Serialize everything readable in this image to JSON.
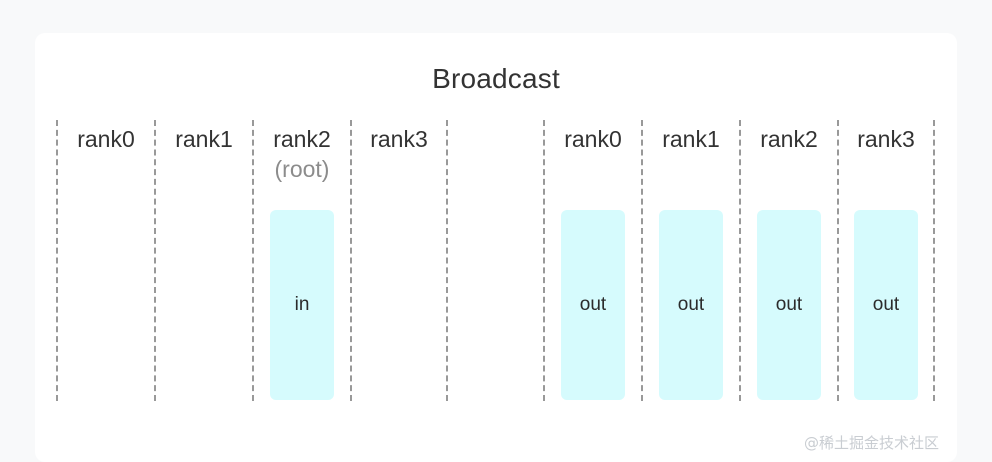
{
  "title": "Broadcast",
  "watermark": "@稀土掘金技术社区",
  "colors": {
    "page_background": "#f8f9fa",
    "card_background": "#ffffff",
    "box_fill": "#d6fbfd",
    "dashed_line": "#999999",
    "title_text": "#333333",
    "label_text": "#333333",
    "sublabel_text": "#8c8c8c",
    "watermark_text": "#c9cdd2"
  },
  "diagram": {
    "type": "collective-communication",
    "operation": "Broadcast",
    "groups": [
      {
        "name": "input",
        "columns": [
          {
            "label": "rank0",
            "sublabel": "",
            "box": "",
            "has_box": false
          },
          {
            "label": "rank1",
            "sublabel": "",
            "box": "",
            "has_box": false
          },
          {
            "label": "rank2",
            "sublabel": "(root)",
            "box": "in",
            "has_box": true
          },
          {
            "label": "rank3",
            "sublabel": "",
            "box": "",
            "has_box": false
          }
        ]
      },
      {
        "name": "output",
        "columns": [
          {
            "label": "rank0",
            "sublabel": "",
            "box": "out",
            "has_box": true
          },
          {
            "label": "rank1",
            "sublabel": "",
            "box": "out",
            "has_box": true
          },
          {
            "label": "rank2",
            "sublabel": "",
            "box": "out",
            "has_box": true
          },
          {
            "label": "rank3",
            "sublabel": "",
            "box": "out",
            "has_box": true
          }
        ]
      }
    ]
  }
}
